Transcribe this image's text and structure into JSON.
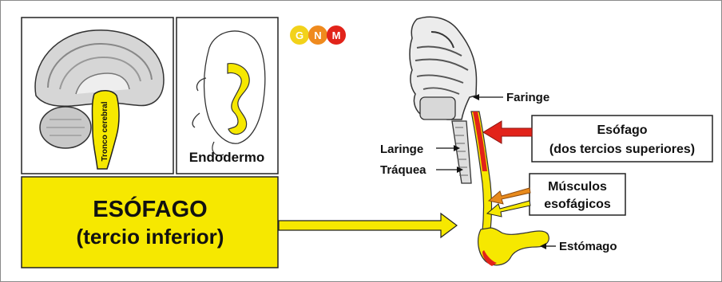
{
  "logo": {
    "letters": [
      "G",
      "N",
      "M"
    ],
    "colors": [
      "#f2d21a",
      "#ef8a1e",
      "#e2231a"
    ]
  },
  "panels": {
    "brain": {
      "label": "Tronco cerebral"
    },
    "embryo": {
      "label": "Endodermo"
    },
    "main": {
      "line1": "ESÓFAGO",
      "line2": "(tercio inferior)",
      "fill": "#f6e800"
    }
  },
  "anatomy": {
    "faringe": "Faringe",
    "laringe": "Laringe",
    "traquea": "Tráquea",
    "estomago": "Estómago"
  },
  "callouts": {
    "esofago_superior": {
      "line1": "Esófago",
      "line2": "(dos tercios superiores)"
    },
    "musculos": {
      "line1": "Músculos",
      "line2": "esofágicos"
    }
  },
  "colors": {
    "yellow": "#f6e800",
    "red_arrow": "#e2231a",
    "orange_arrow": "#e88a1c",
    "border": "#222222"
  }
}
